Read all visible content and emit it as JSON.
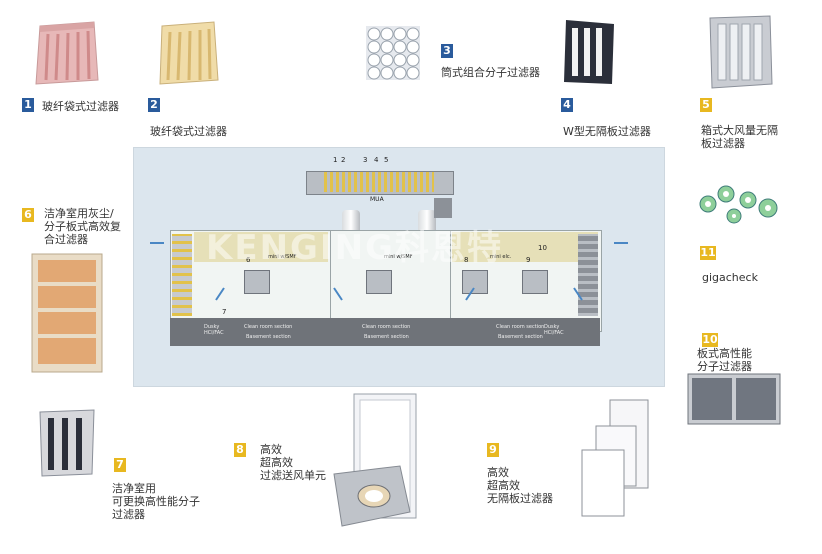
{
  "items": [
    {
      "num": "1",
      "label": "玻纤袋式过滤器"
    },
    {
      "num": "2",
      "label": "玻纤袋式过滤器"
    },
    {
      "num": "3",
      "label": "筒式组合分子过滤器"
    },
    {
      "num": "4",
      "label": "W型无隔板过滤器"
    },
    {
      "num": "5",
      "label": "箱式大风量无隔\n板过滤器"
    },
    {
      "num": "6",
      "label": "洁净室用灰尘/\n分子板式高效复\n合过滤器"
    },
    {
      "num": "7",
      "label": "洁净室用\n可更换高性能分子\n过滤器"
    },
    {
      "num": "8",
      "label": "高效\n超高效\n过滤送风单元"
    },
    {
      "num": "9",
      "label": "高效\n超高效\n无隔板过滤器"
    },
    {
      "num": "10",
      "label": "板式高性能\n分子过滤器"
    },
    {
      "num": "11",
      "label": "gigacheck"
    }
  ],
  "diagram": {
    "mua_label": "MUA",
    "top_nums": [
      "1",
      "2",
      "3",
      "4",
      "5"
    ],
    "room_nums": [
      "6",
      "7",
      "8",
      "9",
      "10"
    ],
    "mini_texts": [
      "mini w/SMF",
      "mini w/SMF",
      "mini elc."
    ],
    "sub_labels": [
      "Basement section",
      "Basement section",
      "Basement section"
    ],
    "rooms_labels": [
      "Clean room section",
      "Clean room section",
      "Clean room section"
    ],
    "side_labels": [
      "Dusky\nHCl/FAC",
      "Dusky\nHCl/FAC"
    ],
    "watermark": "KENGING科恩特"
  },
  "colors": {
    "blue_badge": "#2a5b9c",
    "gold_badge": "#e8b820"
  }
}
